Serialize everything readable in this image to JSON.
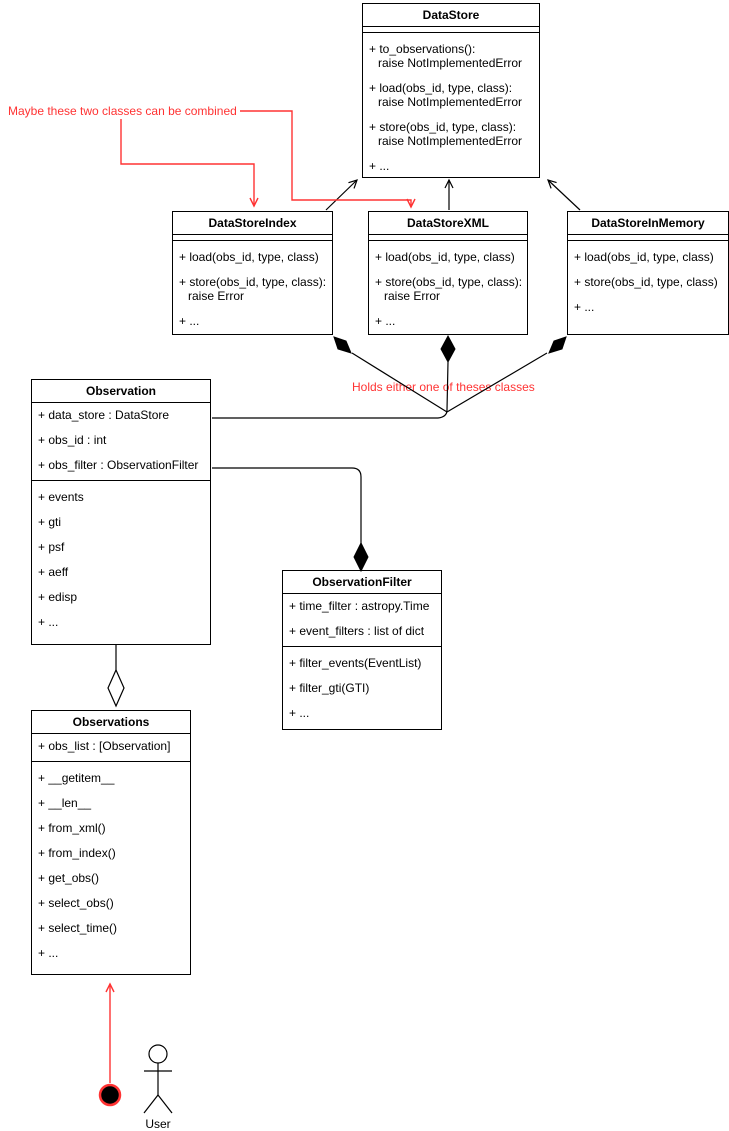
{
  "colors": {
    "accent_red": "#ff3333",
    "stroke": "#000000",
    "background": "#ffffff"
  },
  "annotations": {
    "combined_note": "Maybe these two classes can be combined",
    "holds_note": "Holds either one of theses classes"
  },
  "actor": {
    "label": "User"
  },
  "classes": [
    {
      "name": "DataStore",
      "attributes": [],
      "methods": [
        [
          "+ to_observations():",
          "raise NotImplementedError"
        ],
        [
          "+ load(obs_id, type, class):",
          "raise NotImplementedError"
        ],
        [
          "+ store(obs_id, type, class):",
          "raise NotImplementedError"
        ],
        [
          "+ ..."
        ]
      ]
    },
    {
      "name": "DataStoreIndex",
      "attributes": [],
      "methods": [
        [
          "+ load(obs_id, type, class)"
        ],
        [
          "+ store(obs_id, type, class):",
          "raise Error"
        ],
        [
          "+ ..."
        ]
      ]
    },
    {
      "name": "DataStoreXML",
      "attributes": [],
      "methods": [
        [
          "+ load(obs_id, type, class)"
        ],
        [
          "+ store(obs_id, type, class):",
          "raise Error"
        ],
        [
          "+ ..."
        ]
      ]
    },
    {
      "name": "DataStoreInMemory",
      "attributes": [],
      "methods": [
        [
          "+ load(obs_id, type, class)"
        ],
        [
          "+ store(obs_id, type, class)"
        ],
        [
          "+ ..."
        ]
      ]
    },
    {
      "name": "Observation",
      "attributes": [
        [
          "+ data_store : DataStore"
        ],
        [
          "+ obs_id : int"
        ],
        [
          "+ obs_filter : ObservationFilter"
        ]
      ],
      "methods": [
        [
          "+ events"
        ],
        [
          "+ gti"
        ],
        [
          "+ psf"
        ],
        [
          "+ aeff"
        ],
        [
          "+ edisp"
        ],
        [
          "+ ..."
        ]
      ]
    },
    {
      "name": "ObservationFilter",
      "attributes": [
        [
          "+ time_filter : astropy.Time"
        ],
        [
          "+ event_filters : list of dict"
        ]
      ],
      "methods": [
        [
          "+ filter_events(EventList)"
        ],
        [
          "+ filter_gti(GTI)"
        ],
        [
          "+ ..."
        ]
      ]
    },
    {
      "name": "Observations",
      "attributes": [
        [
          "+ obs_list : [Observation]"
        ]
      ],
      "methods": [
        [
          "+ __getitem__"
        ],
        [
          "+ __len__"
        ],
        [
          "+ from_xml()"
        ],
        [
          "+ from_index()"
        ],
        [
          "+ get_obs()"
        ],
        [
          "+ select_obs()"
        ],
        [
          "+ select_time()"
        ],
        [
          "+ ..."
        ]
      ]
    }
  ],
  "relationships": [
    {
      "from": "DataStoreIndex",
      "to": "DataStore",
      "type": "generalization"
    },
    {
      "from": "DataStoreXML",
      "to": "DataStore",
      "type": "generalization"
    },
    {
      "from": "DataStoreInMemory",
      "to": "DataStore",
      "type": "generalization"
    },
    {
      "from": "Observation",
      "to": "DataStoreIndex",
      "type": "composition"
    },
    {
      "from": "Observation",
      "to": "DataStoreXML",
      "type": "composition"
    },
    {
      "from": "Observation",
      "to": "DataStoreInMemory",
      "type": "composition"
    },
    {
      "from": "Observation",
      "to": "ObservationFilter",
      "type": "composition"
    },
    {
      "from": "Observations",
      "to": "Observation",
      "type": "aggregation"
    },
    {
      "from": "User",
      "to": "Observations",
      "type": "arrow"
    }
  ]
}
